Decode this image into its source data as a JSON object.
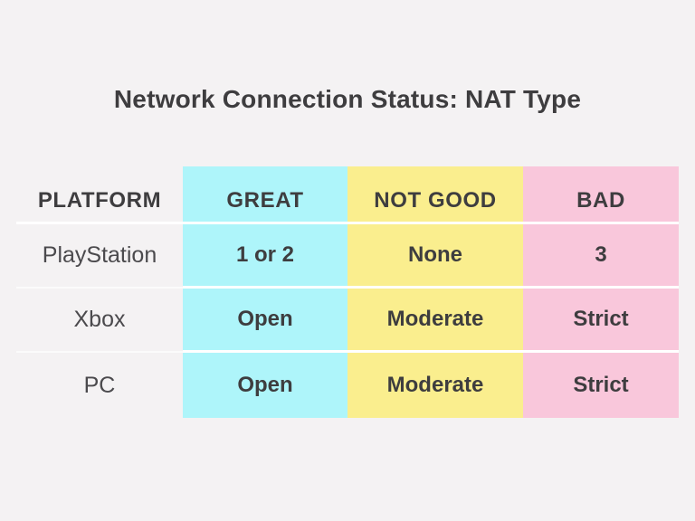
{
  "title": "Network Connection Status: NAT Type",
  "colors": {
    "page_bg": "#f4f2f3",
    "col_great": "#aef5fa",
    "col_not_good": "#faee8e",
    "col_bad": "#f9c7db",
    "heading_text": "#3e3d3f",
    "body_text": "#4b4a4d"
  },
  "table": {
    "columns": [
      {
        "key": "platform",
        "label": "PLATFORM"
      },
      {
        "key": "great",
        "label": "GREAT"
      },
      {
        "key": "not_good",
        "label": "NOT GOOD"
      },
      {
        "key": "bad",
        "label": "BAD"
      }
    ],
    "rows": [
      {
        "platform": "PlayStation",
        "great": "1 or 2",
        "not_good": "None",
        "bad": "3"
      },
      {
        "platform": "Xbox",
        "great": "Open",
        "not_good": "Moderate",
        "bad": "Strict"
      },
      {
        "platform": "PC",
        "great": "Open",
        "not_good": "Moderate",
        "bad": "Strict"
      }
    ]
  }
}
